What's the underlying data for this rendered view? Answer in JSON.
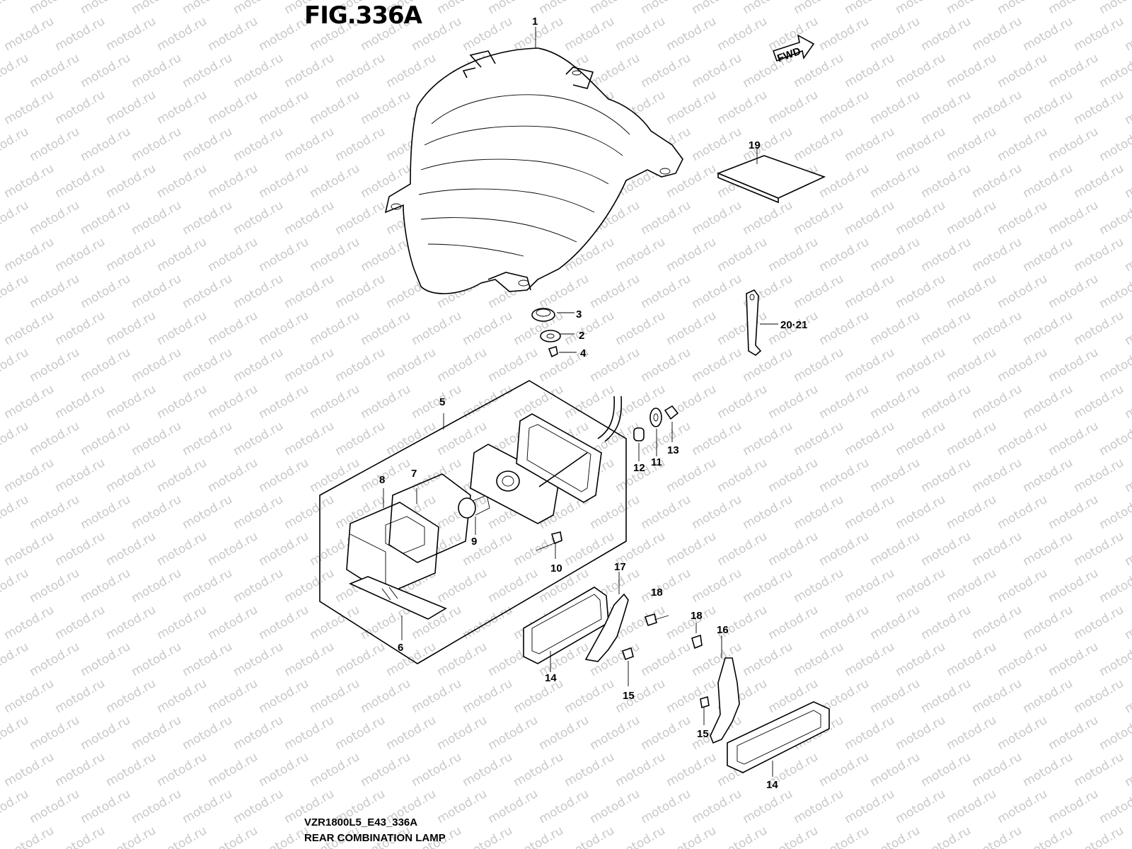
{
  "figure": {
    "title": "FIG.336A",
    "model_code": "VZR1800L5_E43_336A",
    "name": "REAR COMBINATION LAMP",
    "fwd_label": "FWD",
    "watermark": "motod.ru"
  },
  "callouts": {
    "c1": "1",
    "c2": "2",
    "c3": "3",
    "c4": "4",
    "c5": "5",
    "c6": "6",
    "c7": "7",
    "c8": "8",
    "c9": "9",
    "c10": "10",
    "c11": "11",
    "c12": "12",
    "c13": "13",
    "c14a": "14",
    "c14b": "14",
    "c15a": "15",
    "c15b": "15",
    "c16": "16",
    "c17": "17",
    "c18a": "18",
    "c18b": "18",
    "c19": "19",
    "c20_21": "20·21"
  }
}
